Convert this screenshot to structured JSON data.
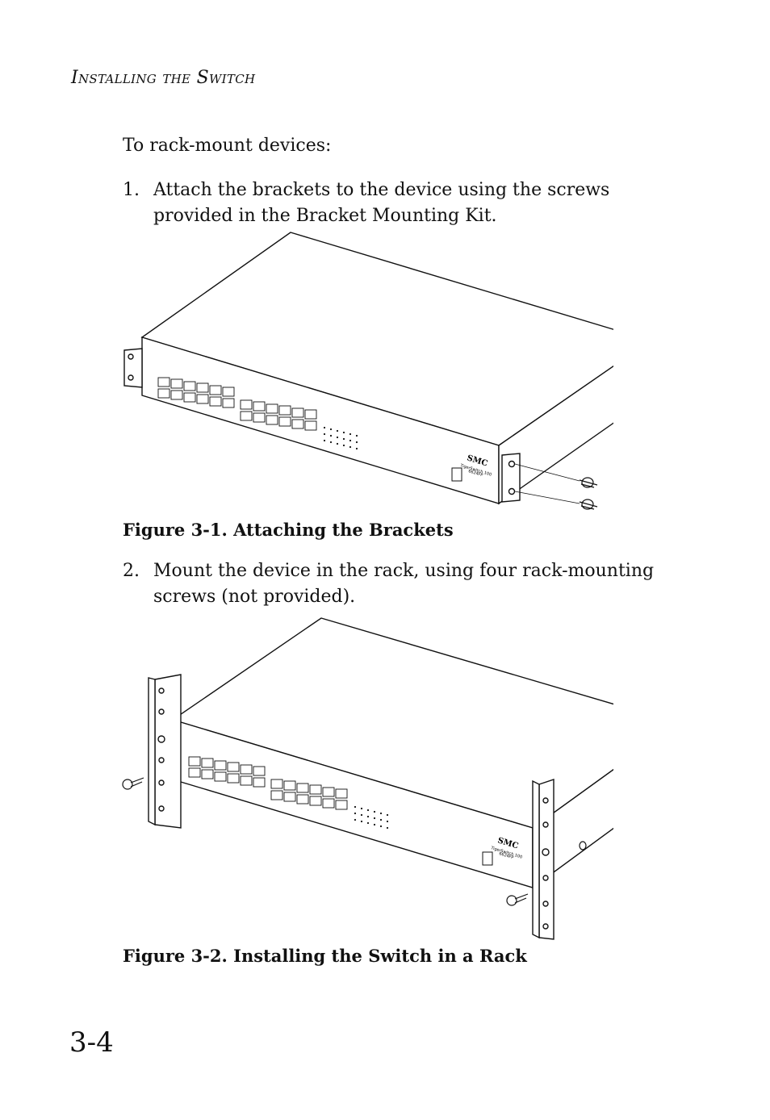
{
  "header": {
    "running_head": "Installing the Switch"
  },
  "intro": "To rack-mount devices:",
  "steps": [
    {
      "number": "1.",
      "text": "Attach the brackets to the device using the screws provided in the Bracket Mounting Kit."
    },
    {
      "number": "2.",
      "text": "Mount the device in the rack, using four rack-mounting screws (not provided)."
    }
  ],
  "figures": [
    {
      "caption": "Figure 3-1.  Attaching the Brackets",
      "brand": "SMC",
      "model": "TigerSwitch 100",
      "sku": "6624FP"
    },
    {
      "caption": "Figure 3-2.  Installing the Switch in a Rack",
      "brand": "SMC",
      "model": "TigerSwitch 100",
      "sku": "6624FP"
    }
  ],
  "footer": {
    "page_number": "3-4"
  }
}
